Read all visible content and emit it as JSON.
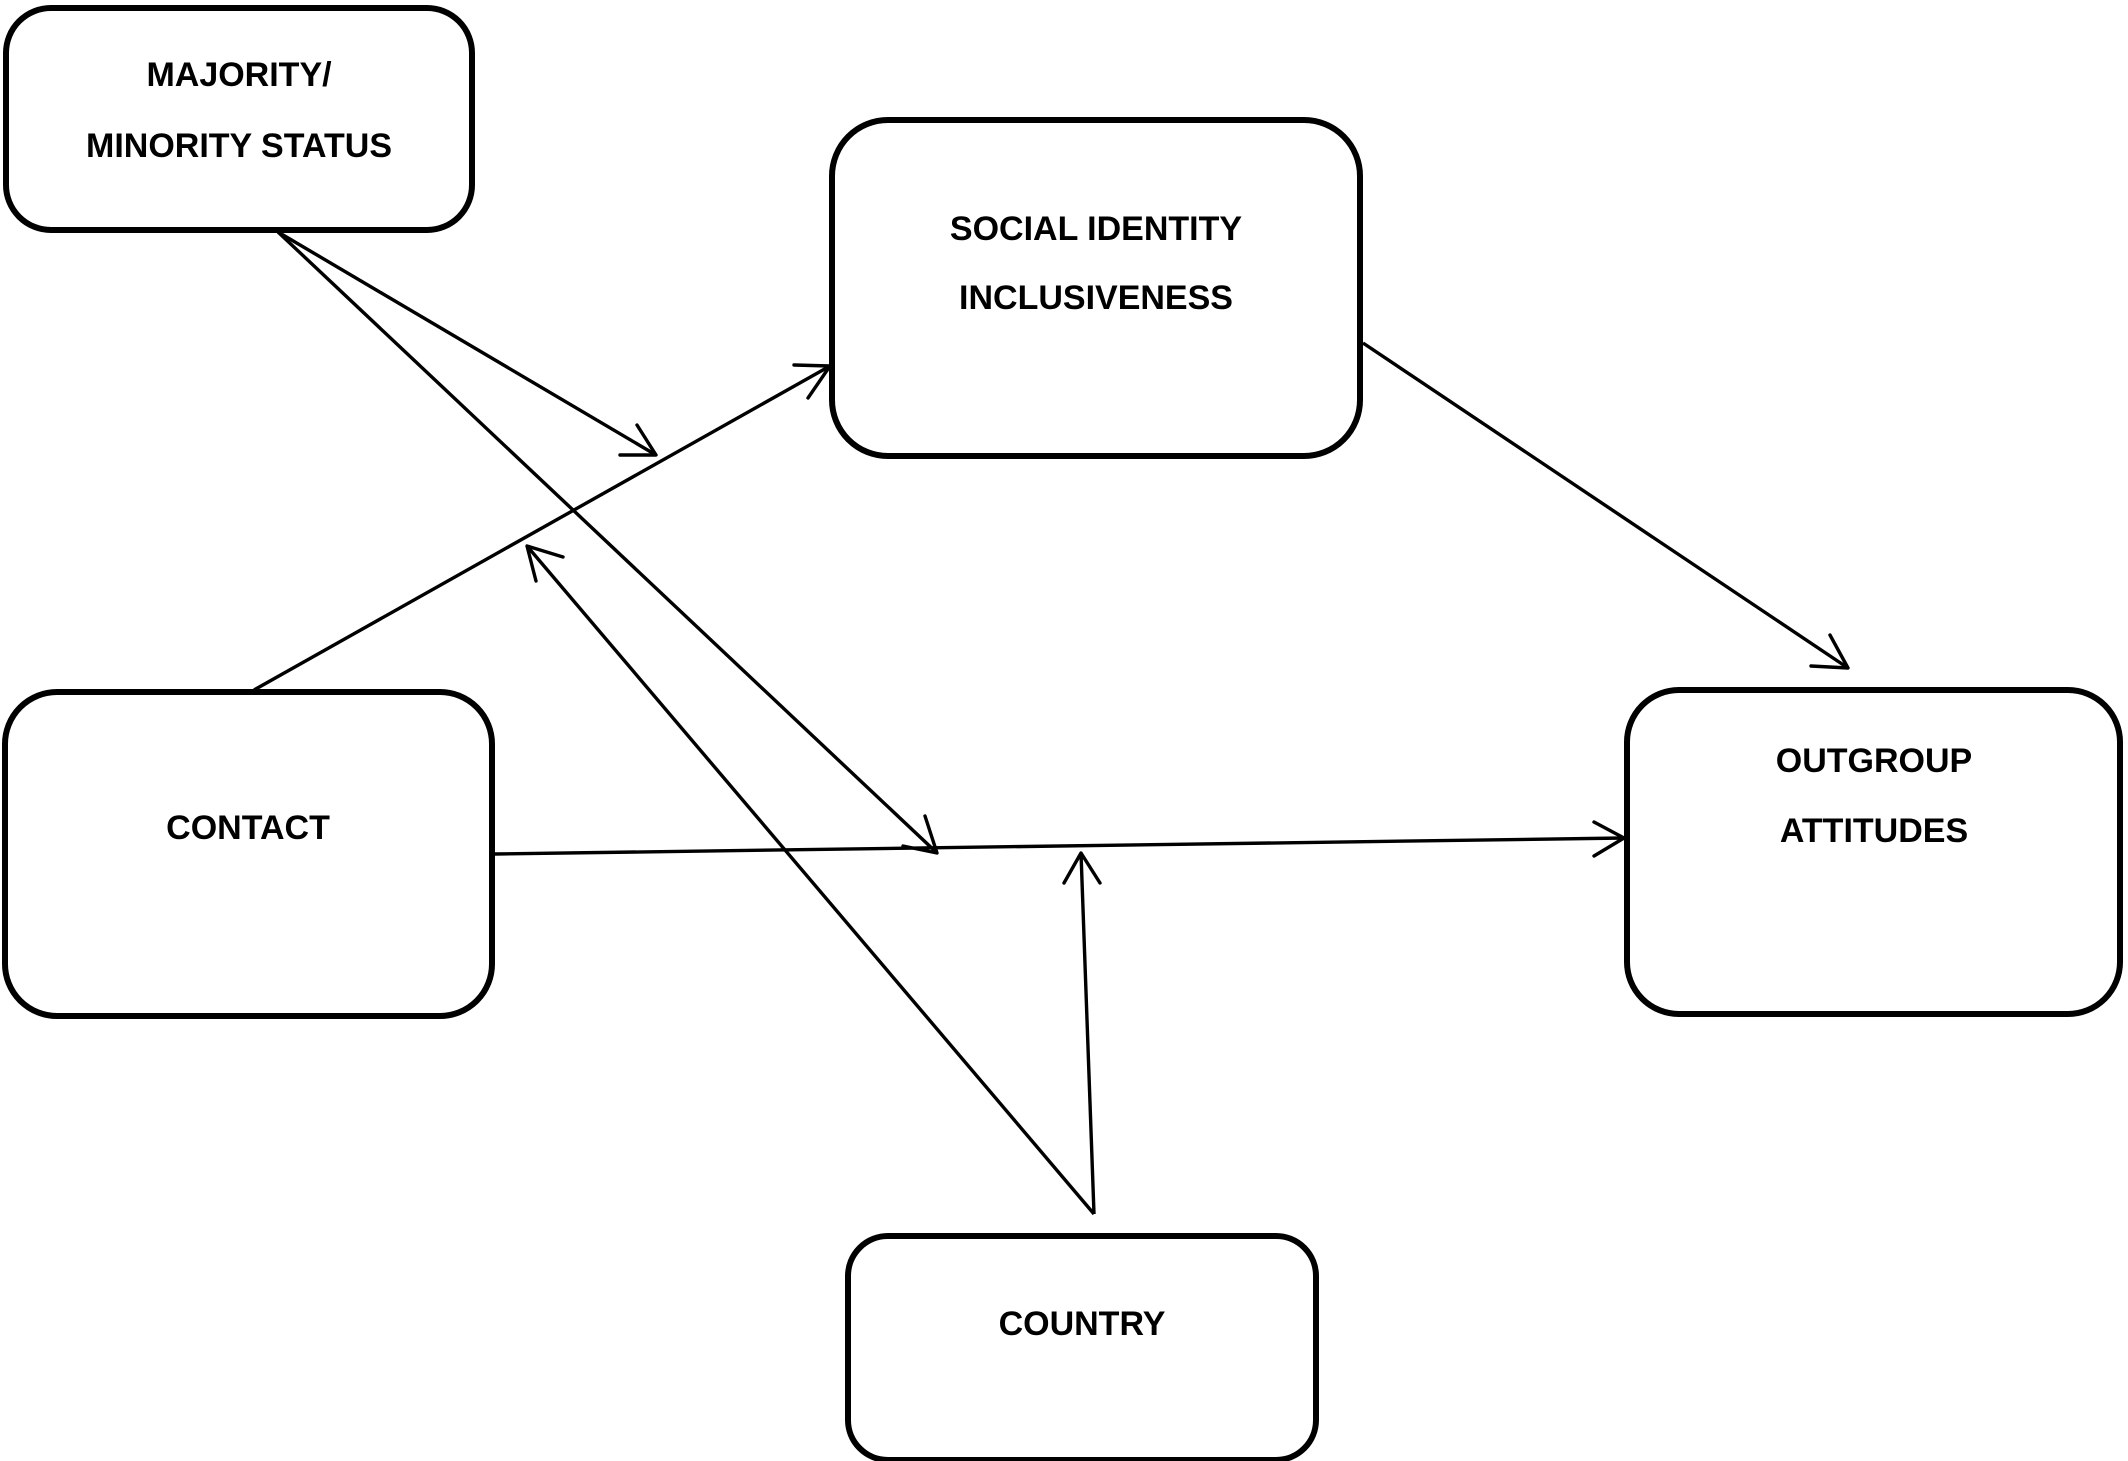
{
  "nodes": {
    "majority": {
      "line1": "MAJORITY/",
      "line2": "MINORITY STATUS"
    },
    "social_identity": {
      "line1": "SOCIAL IDENTITY",
      "line2": "INCLUSIVENESS"
    },
    "contact": {
      "line1": "CONTACT"
    },
    "outgroup": {
      "line1": "OUTGROUP",
      "line2": "ATTITUDES"
    },
    "country": {
      "line1": "COUNTRY"
    }
  },
  "edges": [
    {
      "from": "contact",
      "to": "social_identity"
    },
    {
      "from": "contact",
      "to": "outgroup"
    },
    {
      "from": "social_identity",
      "to": "outgroup"
    },
    {
      "from": "majority",
      "to": "contact->social_identity"
    },
    {
      "from": "majority",
      "to": "contact->outgroup"
    },
    {
      "from": "country",
      "to": "contact->social_identity"
    },
    {
      "from": "country",
      "to": "contact->outgroup"
    }
  ],
  "colors": {
    "stroke": "#000000",
    "background": "#ffffff"
  }
}
